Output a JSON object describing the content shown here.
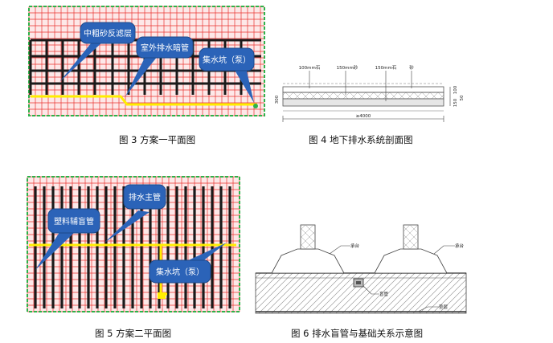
{
  "figures": {
    "fig3": {
      "caption": "图 3  方案一平面图",
      "callouts": [
        "中粗砂反滤层",
        "室外排水暗管",
        "集水坑（泵）"
      ]
    },
    "fig4": {
      "caption": "图 4  地下排水系统剖面图",
      "labels": [
        "100mm石",
        "150mm砂",
        "150mm石",
        "砂",
        "300",
        "≥4000",
        "150",
        "100",
        "50"
      ]
    },
    "fig5": {
      "caption": "图 5  方案二平面图",
      "callouts": [
        "排水主管",
        "塑料辅盲管",
        "集水坑（泵）"
      ]
    },
    "fig6": {
      "caption": "图 6  排水盲管与基础关系示意图",
      "labels": [
        "承台",
        "承台",
        "盲管",
        "垫层"
      ]
    }
  },
  "colors": {
    "grid_red": "#e8322f",
    "border_green": "#2db34a",
    "pipe_yellow": "#ffee00",
    "callout_blue": "#2b63b8",
    "dark_pipe": "#1a1a1a"
  }
}
